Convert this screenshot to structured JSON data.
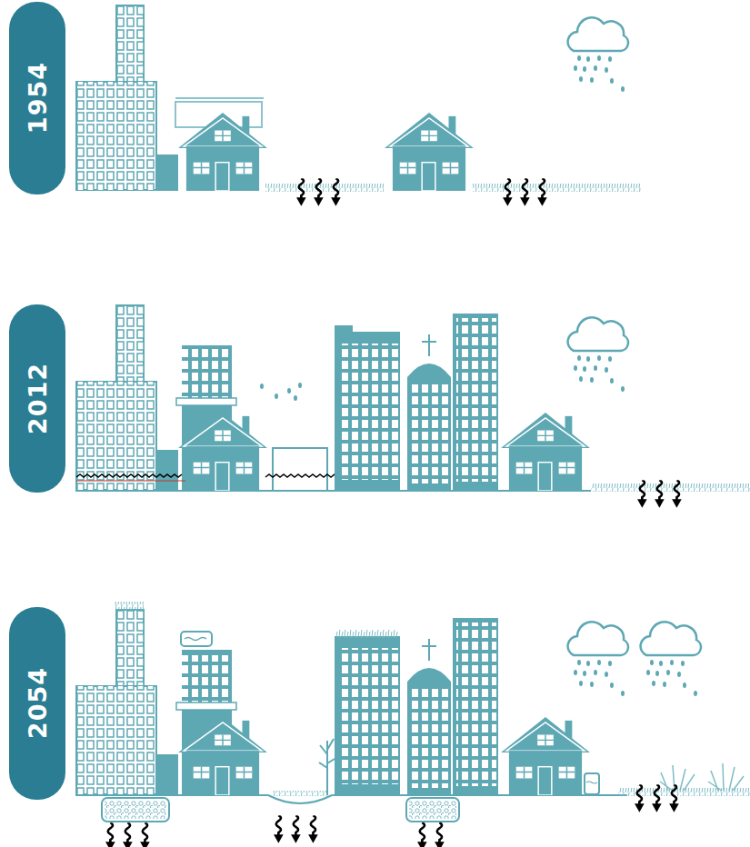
{
  "diagram": {
    "nodes": [
      {
        "text": [
          "1954"
        ]
      },
      {
        "text": [
          "2012"
        ]
      },
      {
        "text": [
          "2054"
        ]
      }
    ]
  }
}
